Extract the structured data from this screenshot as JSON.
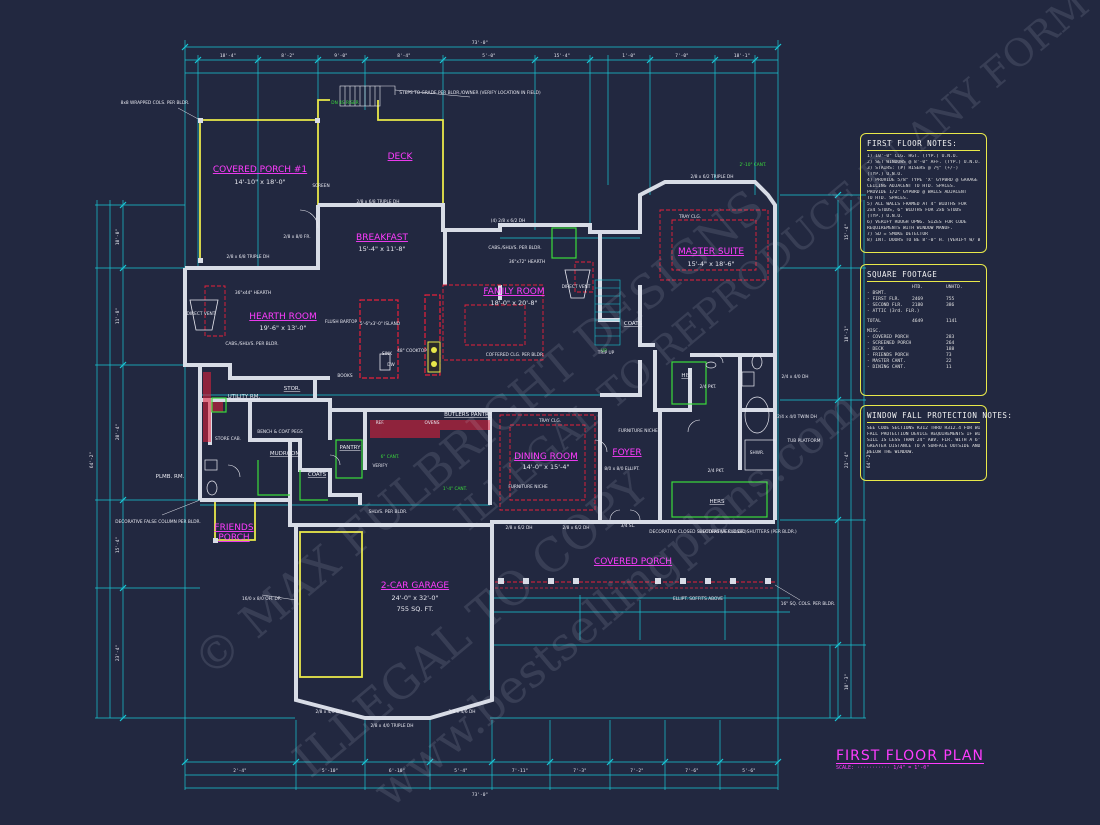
{
  "title": "FIRST FLOOR PLAN",
  "scale": "SCALE: ··········· 1/4\" = 1'-0\"",
  "watermark": [
    "© MAX FULBRIGHT DESIGNS",
    "ILLEGAL TO COPY",
    "www.bestsellingplans.com",
    "ILLEGAL TO REPRODUCE IN ANY FORM"
  ],
  "colors": {
    "background": "#222840",
    "walls": "#d8dce6",
    "dims": "#19c7d6",
    "room_labels": "#ff3cff",
    "notes_border": "#e8e84a",
    "accent_red": "#e8203a",
    "accent_green": "#3bdc3b",
    "accent_yellow": "#e8e84a"
  },
  "rooms": [
    {
      "name": "COVERED PORCH #1",
      "size": "14'-10\" x 18'-0\""
    },
    {
      "name": "DECK",
      "size": ""
    },
    {
      "name": "BREAKFAST",
      "size": "15'-4\" x 11'-8\""
    },
    {
      "name": "HEARTH ROOM",
      "size": "19'-6\" x 13'-0\""
    },
    {
      "name": "FAMILY ROOM",
      "size": "18'-0\" x 20'-8\""
    },
    {
      "name": "MASTER SUITE",
      "size": "15'-4\" x 18'-6\""
    },
    {
      "name": "DINING ROOM",
      "size": "14'-0\" x 15'-4\""
    },
    {
      "name": "FOYER",
      "size": ""
    },
    {
      "name": "2-CAR GARAGE",
      "size": "24'-0\" x 32'-0\"",
      "extra": "755 SQ. FT."
    },
    {
      "name": "COVERED PORCH",
      "size": ""
    },
    {
      "name": "FRIENDS PORCH",
      "size": ""
    },
    {
      "name": "MUDROOM",
      "size": ""
    },
    {
      "name": "UTILITY RM.",
      "size": ""
    },
    {
      "name": "PANTRY",
      "size": ""
    },
    {
      "name": "BUTLERS PANTRY",
      "size": ""
    },
    {
      "name": "HIS",
      "size": ""
    },
    {
      "name": "HERS",
      "size": ""
    },
    {
      "name": "STOR.",
      "size": ""
    },
    {
      "name": "COATS",
      "size": ""
    }
  ],
  "labels": [
    "8x8 WRAPPED COLS. PER BLDR.",
    "STEPS TO GRADE PER BLDR./OWNER (VERIFY LOCATION IN FIELD)",
    "2/8 x 6/8 TRIPLE DH",
    "2/8 x 6/8 TRIPLE DH",
    "2/8 x 6/2 TRIPLE DH",
    "(4) 2/8 x 6/2 DH",
    "SCREEN",
    "2/8 x 8/0 FR.",
    "2'-10\" CANT.",
    "36\"x44\" HEARTH",
    "36\"x72\" HEARTH",
    "CABS./SHLVS. PER BLDR.",
    "CABS./SHLVS. PER BLDR.",
    "DIRECT VENT",
    "DIRECT VENT",
    "FLUSH BARTOP",
    "5'-6\"x3'-0\" ISLAND",
    "48\" COOKTOP",
    "DW",
    "SINK",
    "BOOKS",
    "COFFERED CLG. PER BLDR.",
    "TRAY CLG.",
    "TRAY CLG.",
    "OVENS",
    "REF.",
    "BENCH & COAT PEGS",
    "STORE CAB.",
    "6\" CANT.",
    "1'-4\" CANT.",
    "SHLVS. PER BLDR.",
    "FURNITURE NICHE",
    "FURNITURE NICHE",
    "8/0 x 8/0 ELLIPT.",
    "2/4 PKT.",
    "2/4 PKT.",
    "TUB PLATFORM",
    "2/4 x 4/0 DH",
    "2/4 x 4/0 TWIN DH",
    "16\" SQ. COLS. PER BLDR.",
    "ELLIPT. SOFFITS ABOVE",
    "DECORATIVE CLOSED SHUTTERS (PER BLDR.)",
    "DECORATIVE CLOSED SHUTTERS (PER BLDR.)",
    "DECORATIVE FALSE COLUMN PER BLDR.",
    "PLMB. RM.",
    "16/0 x 8/0 OH. DR.",
    "2/8 x 4/6 DH",
    "2/8 x 4/6 DH",
    "2/8 x 4/0 TRIPLE DH",
    "2/8 x 6/2 DH",
    "2/8 x 6/2 DH",
    "DN 4S RISER",
    "UP",
    "3/4 SL.",
    "VERIFY",
    "TRIP UP",
    "SHWR."
  ],
  "first_floor_notes": {
    "title": "FIRST FLOOR NOTES:",
    "lines": [
      "1) 10'-0\" CLG. HGT. (TYP.) U.N.O.",
      "2) SET WINDOWS @ 8'-0\" AFF. (TYP.) U.N.O.",
      "3) STAIRS: (#) RISERS @ 7½\" (+/-)",
      "   (TYP.) U.N.O.",
      "4) PROVIDE 5/8\" TYPE 'X' GYPBRD @ GARAGE",
      "   CEILING ADJACENT TO HTD. SPACES.",
      "   PROVIDE 1/2\" GYPBRD @ WALLS ADJACENT",
      "   TO HTD. SPACES.",
      "5) ALL WALLS FRAMED AT 4\" WIDTHS FOR",
      "   2x4 STUDS, 6\" WIDTHS FOR 2x6 STUDS",
      "   (TYP.) U.N.O.",
      "6) VERIFY ROUGH OPNG. SIZES FOR CODE",
      "   REQUIREMENTS WITH WINDOW MANUF.",
      "7) SD = SMOKE DETECTOR",
      "8) INT. DOORS TO BE 8'-0\" H. (VERIFY W/ BLDR.)"
    ]
  },
  "square_footage": {
    "title": "SQUARE FOOTAGE",
    "headers": [
      "",
      "HTD.",
      "UNHTD."
    ],
    "rows": [
      [
        "- BSMT.",
        "",
        ""
      ],
      [
        "- FIRST FLR.",
        "2469",
        "755"
      ],
      [
        "- SECOND FLR.",
        "2180",
        "386"
      ],
      [
        "- ATTIC (3rd. FLR.)",
        "",
        ""
      ],
      [
        "TOTAL",
        "4649",
        "1141"
      ],
      [
        "MISC.",
        "",
        ""
      ],
      [
        "- COVERED PORCH",
        "",
        "283"
      ],
      [
        "- SCREENED PORCH",
        "",
        "264"
      ],
      [
        "- DECK",
        "",
        "188"
      ],
      [
        "- FRIENDS PORCH",
        "",
        "73"
      ],
      [
        "- MASTER CANT.",
        "",
        "22"
      ],
      [
        "- DINING CANT.",
        "",
        "11"
      ]
    ]
  },
  "window_notes": {
    "title": "WINDOW FALL PROTECTION NOTES:",
    "lines": [
      "SEE CODE SECTIONS R312 THRU R312.4 FOR WINDOW",
      "FALL PROTECTION DEVICE REQUIREMENTS IF WINDOW",
      "SILL IS LESS THAN 24\" ABV. FLR. WITH A 6'-0\" OR",
      "GREATER DISTANCE TO A SURFACE OUTSIDE AND",
      "BELOW THE WINDOW."
    ]
  },
  "dims_top": [
    "73'-0\"",
    "18'-4\"",
    "8'-2\"",
    "9'-0\"",
    "8'-4\"",
    "5'-0\"",
    "15'-4\"",
    "1'-0\"",
    "7'-0\"",
    "18'-1\""
  ],
  "dims_bottom": [
    "73'-0\"",
    "2'-4\"",
    "5'-10\"",
    "6'-10\"",
    "5'-4\"",
    "7'-11\"",
    "7'-3\"",
    "7'-2\"",
    "7'-6\"",
    "5'-6\""
  ],
  "dims_left": [
    "64'-2\"",
    "10'-0\"",
    "11'-8\"",
    "20'-4\"",
    "15'-4\"",
    "23'-4\""
  ],
  "dims_right": [
    "64'-2\"",
    "15'-4\"",
    "18'-1\"",
    "21'-4\"",
    "10'-3\""
  ]
}
